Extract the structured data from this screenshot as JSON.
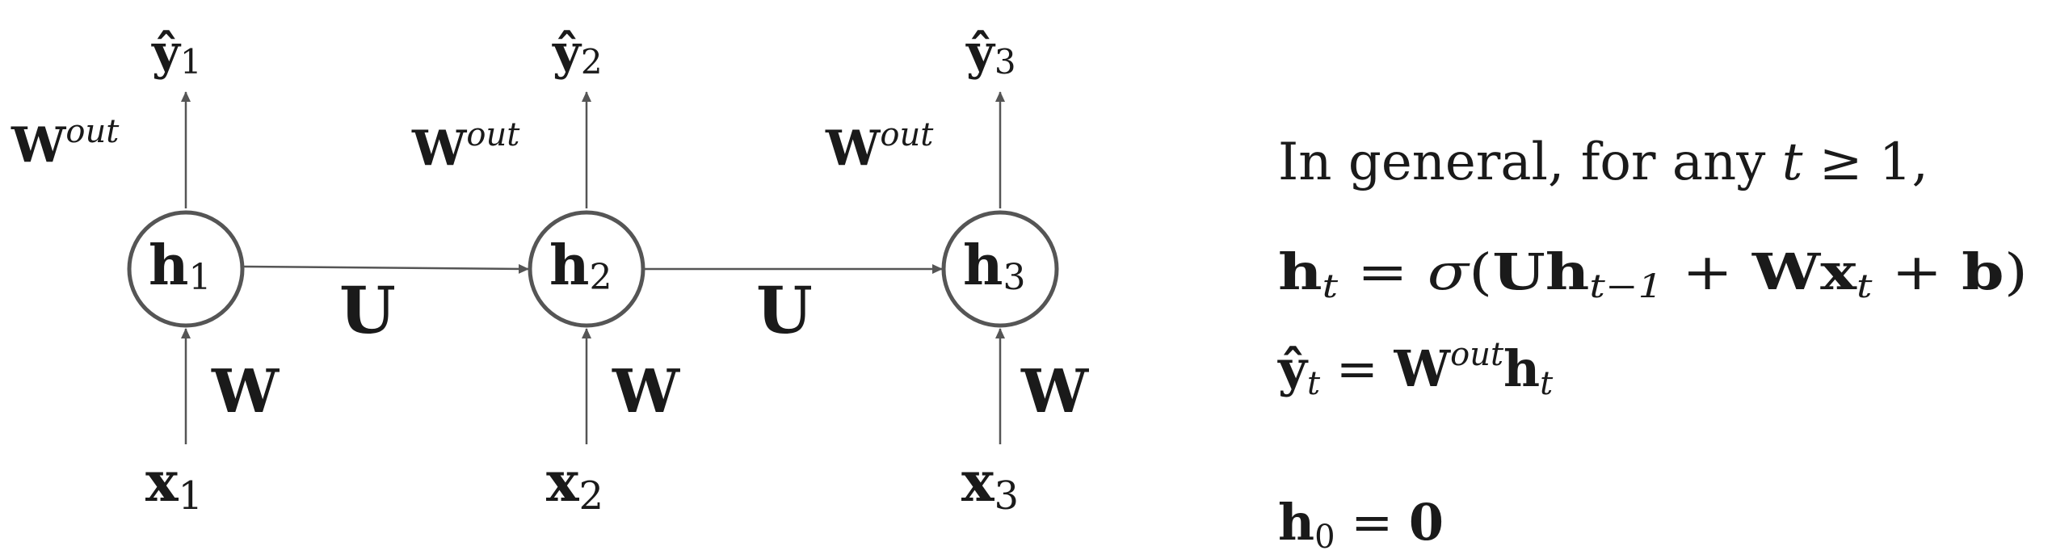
{
  "diagram": {
    "cells": [
      {
        "hidden": "h",
        "hidden_sub": "1",
        "input": "x",
        "input_sub": "1",
        "output": "ŷ",
        "output_sub": "1",
        "out_weight": "W",
        "out_weight_sup": "out",
        "in_weight": "W"
      },
      {
        "hidden": "h",
        "hidden_sub": "2",
        "input": "x",
        "input_sub": "2",
        "output": "ŷ",
        "output_sub": "2",
        "out_weight": "W",
        "out_weight_sup": "out",
        "in_weight": "W"
      },
      {
        "hidden": "h",
        "hidden_sub": "3",
        "input": "x",
        "input_sub": "3",
        "output": "ŷ",
        "output_sub": "3",
        "out_weight": "W",
        "out_weight_sup": "out",
        "in_weight": "W"
      }
    ],
    "recurrent_weight": "U"
  },
  "equations": {
    "intro": "In general, for any",
    "intro_var": "t",
    "intro_rel": " ≥ 1,",
    "hidden_eq": {
      "lhs": "h",
      "lhs_sub": "t",
      "eq": " = ",
      "sigma": "σ",
      "open": "(",
      "U": "U",
      "h": "h",
      "h_sub": "t−1",
      "plus1": " + ",
      "W": "Wx",
      "x_sub": "t",
      "plus2": " + ",
      "b": "b",
      "close": ")"
    },
    "output_eq": {
      "lhs": "ŷ",
      "lhs_sub": "t",
      "eq": " = ",
      "W": "W",
      "W_sup": "out",
      "h": "h",
      "h_sub": "t"
    },
    "init_eq": {
      "lhs": "h",
      "lhs_sub": "0",
      "eq": " = ",
      "rhs": "0"
    }
  },
  "colors": {
    "stroke": "#555555",
    "text": "#1a1a1a",
    "background": "#ffffff"
  }
}
